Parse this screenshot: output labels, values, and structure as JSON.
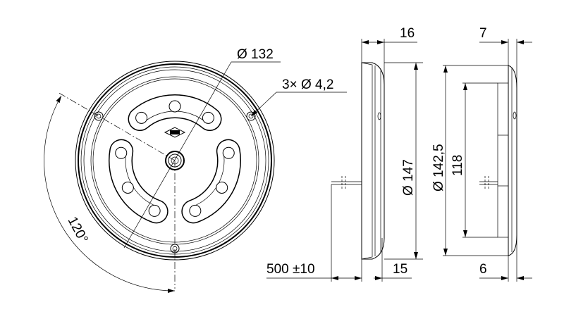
{
  "drawing": {
    "front_view": {
      "diameter_label": "Ø 132",
      "holes_label": "3× Ø 4,2",
      "angle_label": "120°"
    },
    "side_view_left": {
      "depth_label": "16",
      "diameter_label": "Ø 147",
      "base_label": "15",
      "cable_label": "500 ±10"
    },
    "side_view_right": {
      "depth_label": "7",
      "diameter_label": "Ø 142,5",
      "inner_label": "118",
      "base_label": "6"
    },
    "line_color": "#000000",
    "background": "#ffffff"
  }
}
